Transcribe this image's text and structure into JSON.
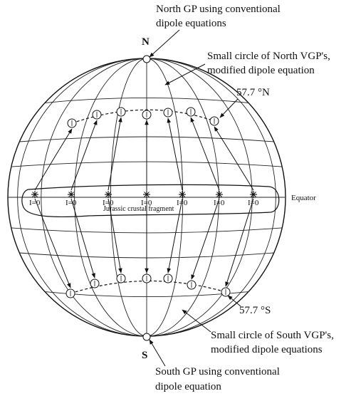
{
  "labels": {
    "north_gp_line1": "North GP using conventional",
    "north_gp_line2": "dipole equations",
    "north_pole": "N",
    "south_pole": "S",
    "north_vgp_line1": "Small circle of North VGP's,",
    "north_vgp_line2": "modified dipole equation",
    "north_lat": "57.7 °N",
    "south_lat": "57.7 °S",
    "equator": "Equator",
    "fragment": "Jurassic crustal fragment",
    "south_vgp_line1": "Small circle of South VGP's,",
    "south_vgp_line2": "modified dipole equations",
    "south_gp_line1": "South GP using conventional",
    "south_gp_line2": "dipole equation"
  },
  "site_labels": [
    "I=0",
    "I=0",
    "I=0",
    "I=0",
    "I=0",
    "I=0",
    "I=0"
  ],
  "colors": {
    "ink": "#111111",
    "background": "#ffffff"
  }
}
